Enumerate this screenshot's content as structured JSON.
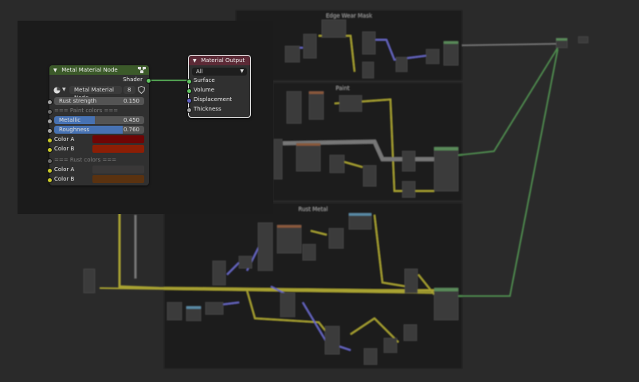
{
  "frames": {
    "edge_wear": "Edge Wear Mask",
    "paint": "Paint",
    "rust_metal": "Rust Metal"
  },
  "metal_node": {
    "title": "Metal Material Node",
    "output_label": "Shader",
    "group_name": "Metal Material Node",
    "user_count": "8",
    "rust_strength_label": "Rust strength",
    "rust_strength_value": "0.150",
    "paint_section": "=== Paint colors ===",
    "metallic_label": "Metallic",
    "metallic_value": "0.450",
    "metallic_fraction": 0.45,
    "roughness_label": "Roughness",
    "roughness_value": "0.760",
    "roughness_fraction": 0.76,
    "color_a_label": "Color A",
    "color_b_label": "Color B",
    "paint_color_a": "#6e0505",
    "paint_color_b": "#8c1e05",
    "rust_section": "=== Rust colors ===",
    "rust_color_a_label": "Color A",
    "rust_color_b_label": "Color B",
    "rust_color_a": "#3a3838",
    "rust_color_b": "#5a3210"
  },
  "output_node": {
    "title": "Material Output",
    "target": "All",
    "inputs": [
      "Surface",
      "Volume",
      "Displacement",
      "Thickness"
    ]
  },
  "colors": {
    "group_header": "#3c5a2a",
    "output_header": "#5c2a36",
    "shader_socket": "#63c763",
    "value_socket": "#a1a1a1",
    "color_socket": "#c7c729",
    "vector_socket": "#6363c7",
    "accent": "#4772b3"
  }
}
